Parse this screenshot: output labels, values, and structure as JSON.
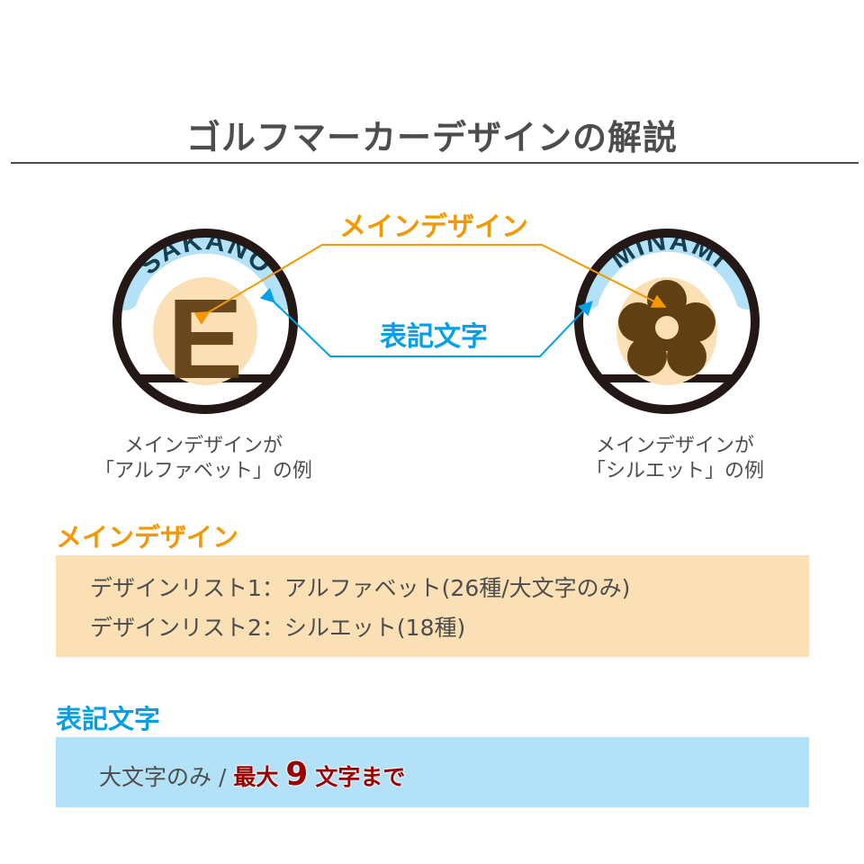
{
  "title": "ゴルフマーカーデザインの解説",
  "diagram": {
    "main_design_label": "メインデザイン",
    "notation_label": "表記文字",
    "left_marker": {
      "name_text": "SAKANO",
      "letter": "E",
      "caption_line1": "メインデザインが",
      "caption_line2": "「アルファベット」の例"
    },
    "right_marker": {
      "name_text": "MINAMI",
      "icon": "flower-silhouette",
      "caption_line1": "メインデザインが",
      "caption_line2": "「シルエット」の例"
    }
  },
  "sections": {
    "main_design": {
      "heading": "メインデザイン",
      "items": [
        "デザインリスト1：アルファベット(26種/大文字のみ)",
        "デザインリスト2：シルエット(18種)"
      ]
    },
    "notation": {
      "heading": "表記文字",
      "text": "大文字のみ /",
      "emphasis_prefix": "最大",
      "emphasis_number": "9",
      "emphasis_suffix": "文字まで"
    }
  },
  "colors": {
    "orange": "#f39800",
    "blue": "#00a0e9",
    "peach": "#fae0b4",
    "light_blue": "#b3e1f7",
    "brown": "#603f13",
    "navy": "#16404f",
    "dark_red": "#9b0000"
  }
}
